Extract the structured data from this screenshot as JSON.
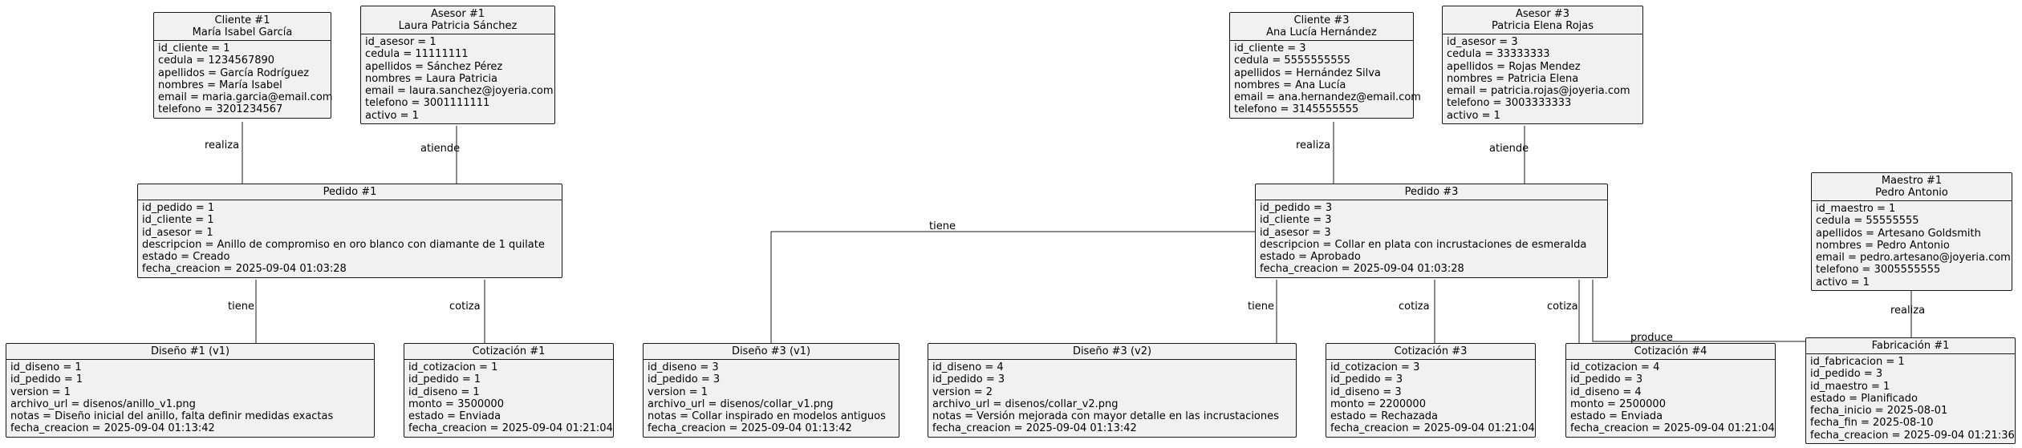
{
  "objects": {
    "cliente1": {
      "title": "Cliente #1",
      "subtitle": "María Isabel García",
      "fields": [
        "id_cliente = 1",
        "cedula = 1234567890",
        "apellidos = García Rodríguez",
        "nombres = María Isabel",
        "email = maria.garcia@email.com",
        "telefono = 3201234567"
      ]
    },
    "asesor1": {
      "title": "Asesor #1",
      "subtitle": "Laura Patricia Sánchez",
      "fields": [
        "id_asesor = 1",
        "cedula = 11111111",
        "apellidos = Sánchez Pérez",
        "nombres = Laura Patricia",
        "email = laura.sanchez@joyeria.com",
        "telefono = 3001111111",
        "activo = 1"
      ]
    },
    "cliente3": {
      "title": "Cliente #3",
      "subtitle": "Ana Lucía Hernández",
      "fields": [
        "id_cliente = 3",
        "cedula = 5555555555",
        "apellidos = Hernández Silva",
        "nombres = Ana Lucía",
        "email = ana.hernandez@email.com",
        "telefono = 3145555555"
      ]
    },
    "asesor3": {
      "title": "Asesor #3",
      "subtitle": "Patricia Elena Rojas",
      "fields": [
        "id_asesor = 3",
        "cedula = 33333333",
        "apellidos = Rojas Mendez",
        "nombres = Patricia Elena",
        "email = patricia.rojas@joyeria.com",
        "telefono = 3003333333",
        "activo = 1"
      ]
    },
    "maestro1": {
      "title": "Maestro #1",
      "subtitle": "Pedro Antonio",
      "fields": [
        "id_maestro = 1",
        "cedula = 55555555",
        "apellidos = Artesano Goldsmith",
        "nombres = Pedro Antonio",
        "email = pedro.artesano@joyeria.com",
        "telefono = 3005555555",
        "activo = 1"
      ]
    },
    "pedido1": {
      "title": "Pedido #1",
      "fields": [
        "id_pedido = 1",
        "id_cliente = 1",
        "id_asesor = 1",
        "descripcion = Anillo de compromiso en oro blanco con diamante de 1 quilate",
        "estado = Creado",
        "fecha_creacion = 2025-09-04 01:03:28"
      ]
    },
    "pedido3": {
      "title": "Pedido #3",
      "fields": [
        "id_pedido = 3",
        "id_cliente = 3",
        "id_asesor = 3",
        "descripcion = Collar en plata con incrustaciones de esmeralda",
        "estado = Aprobado",
        "fecha_creacion = 2025-09-04 01:03:28"
      ]
    },
    "diseno1": {
      "title": "Diseño #1 (v1)",
      "fields": [
        "id_diseno = 1",
        "id_pedido = 1",
        "version = 1",
        "archivo_url = disenos/anillo_v1.png",
        "notas = Diseño inicial del anillo, falta definir medidas exactas",
        "fecha_creacion = 2025-09-04 01:13:42"
      ]
    },
    "cotizacion1": {
      "title": "Cotización #1",
      "fields": [
        "id_cotizacion = 1",
        "id_pedido = 1",
        "id_diseno = 1",
        "monto = 3500000",
        "estado = Enviada",
        "fecha_creacion = 2025-09-04 01:21:04"
      ]
    },
    "diseno3": {
      "title": "Diseño #3 (v1)",
      "fields": [
        "id_diseno = 3",
        "id_pedido = 3",
        "version = 1",
        "archivo_url = disenos/collar_v1.png",
        "notas = Collar inspirado en modelos antiguos",
        "fecha_creacion = 2025-09-04 01:13:42"
      ]
    },
    "diseno4": {
      "title": "Diseño #3 (v2)",
      "fields": [
        "id_diseno = 4",
        "id_pedido = 3",
        "version = 2",
        "archivo_url = disenos/collar_v2.png",
        "notas = Versión mejorada con mayor detalle en las incrustaciones",
        "fecha_creacion = 2025-09-04 01:13:42"
      ]
    },
    "cotizacion3": {
      "title": "Cotización #3",
      "fields": [
        "id_cotizacion = 3",
        "id_pedido = 3",
        "id_diseno = 3",
        "monto = 2200000",
        "estado = Rechazada",
        "fecha_creacion = 2025-09-04 01:21:04"
      ]
    },
    "cotizacion4": {
      "title": "Cotización #4",
      "fields": [
        "id_cotizacion = 4",
        "id_pedido = 3",
        "id_diseno = 4",
        "monto = 2500000",
        "estado = Enviada",
        "fecha_creacion = 2025-09-04 01:21:04"
      ]
    },
    "fabricacion1": {
      "title": "Fabricación #1",
      "fields": [
        "id_fabricacion = 1",
        "id_pedido = 3",
        "id_maestro = 1",
        "estado = Planificado",
        "fecha_inicio = 2025-08-01",
        "fecha_fin = 2025-08-10",
        "fecha_creacion = 2025-09-04 01:21:36"
      ]
    }
  },
  "relations": {
    "cliente1_pedido1": "realiza",
    "asesor1_pedido1": "atiende",
    "pedido1_diseno1": "tiene",
    "pedido1_cotizacion1": "cotiza",
    "cliente3_pedido3": "realiza",
    "asesor3_pedido3": "atiende",
    "pedido3_diseno3": "tiene",
    "pedido3_diseno4": "tiene",
    "pedido3_cotizacion3": "cotiza",
    "pedido3_cotizacion4": "cotiza",
    "pedido3_fabricacion1": "produce",
    "maestro1_fabricacion1": "realiza"
  }
}
